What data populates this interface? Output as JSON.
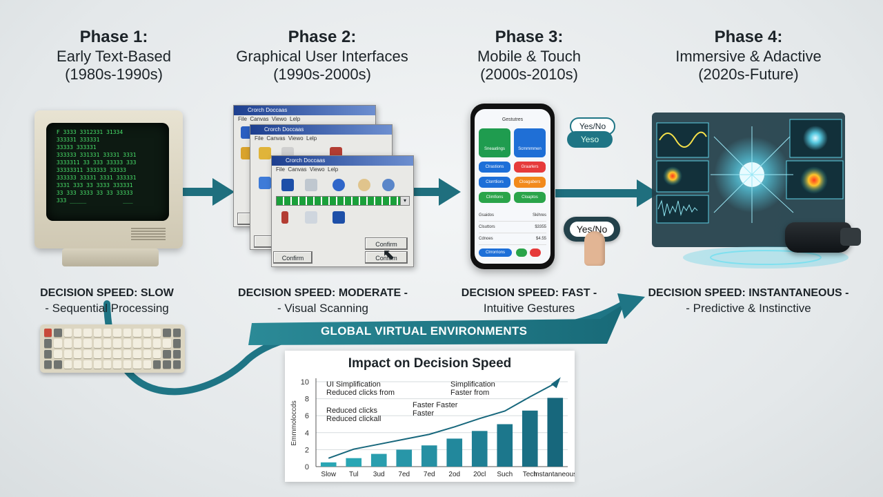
{
  "phases": [
    {
      "label": "Phase 1:",
      "name": "Early Text-Based",
      "dates": "(1980s-1990s)",
      "speed": "DECISION SPEED: SLOW",
      "mode": "- Sequential Processing"
    },
    {
      "label": "Phase 2:",
      "name": "Graphical User Interfaces",
      "dates": "(1990s-2000s)",
      "speed": "DECISION SPEED: MODERATE -",
      "mode": "- Visual Scanning"
    },
    {
      "label": "Phase 3:",
      "name": "Mobile & Touch",
      "dates": "(2000s-2010s)",
      "speed": "DECISION SPEED: FAST -",
      "mode": "Intuitive Gestures"
    },
    {
      "label": "Phase 4:",
      "name": "Immersive & Adactive",
      "dates": "(2020s-Future)",
      "speed": "DECISION SPEED: INSTANTANEOUS -",
      "mode": "- Predictive & Instinctive"
    }
  ],
  "banner": "GLOBAL VIRTUAL ENVIRONMENTS",
  "windows": {
    "title": "Crorch Doccaas",
    "menu": [
      "File",
      "Canvas",
      "Viewo",
      "Lelp"
    ],
    "confirm_label": "Confirm"
  },
  "phone": {
    "header": "Gestutres",
    "tiles": [
      "Sneaatings",
      "Scmmmmen"
    ],
    "buttons": [
      "Clrastions",
      "Graarlers",
      "Clorrtliors",
      "Cloagabers",
      "Climfions",
      "Cloaptos"
    ],
    "rows": [
      [
        "Gsaidos",
        "Skihres"
      ],
      [
        "Clsuttors",
        "$3355"
      ],
      [
        "Cdnoes",
        "$4.55"
      ]
    ],
    "footer": "Clrrorrions",
    "bubble_top_1": "Yes/No",
    "bubble_top_2": "Yeso",
    "bubble_bottom": "Yes/No"
  },
  "colors": {
    "teal": "#1f7585",
    "teal_light": "#3aa3b0",
    "green_code": "#49e26b"
  },
  "chart_data": {
    "type": "bar",
    "title": "Impact on Decision Speed",
    "ylabel": "Emmmoloccds",
    "categories": [
      "Slow",
      "Tul",
      "3ud",
      "7ed",
      "7ed",
      "2od",
      "20cl",
      "Such",
      "Tech",
      "Instantaneous"
    ],
    "values": [
      0.5,
      1.0,
      1.5,
      2.0,
      2.5,
      3.3,
      4.2,
      5.0,
      6.6,
      8.1
    ],
    "ylim": [
      0,
      10
    ],
    "yticks": [
      0,
      2,
      4,
      6,
      8,
      10
    ],
    "grid": true,
    "annotations": [
      {
        "lines": [
          "UI Simplification",
          "Reduced clicks from"
        ]
      },
      {
        "lines": [
          "Simplification",
          "Faster from"
        ]
      },
      {
        "lines": [
          "Faster Faster",
          "Faster"
        ]
      },
      {
        "lines": [
          "Reduced clicks",
          "Reduced clickall"
        ]
      }
    ]
  }
}
